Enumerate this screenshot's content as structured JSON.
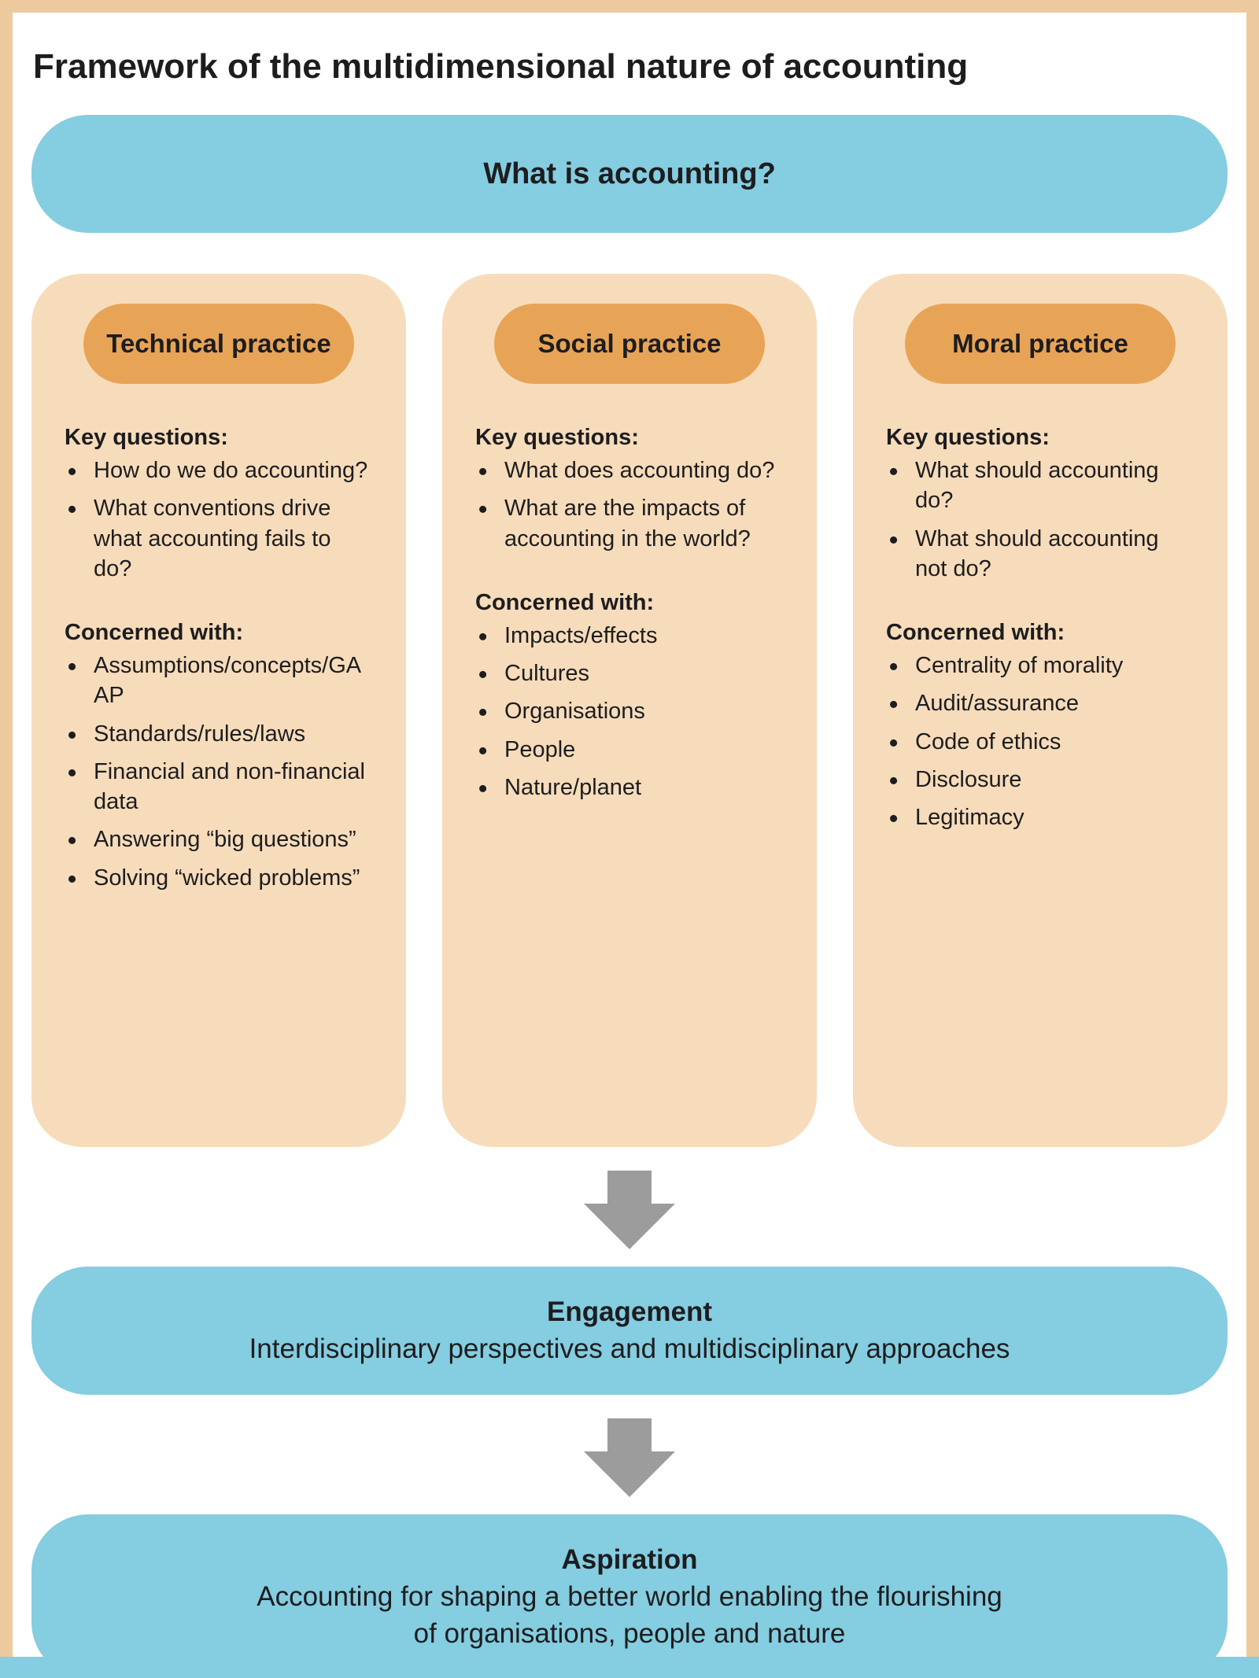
{
  "colors": {
    "banner_blue": "#85cde0",
    "column_peach": "#f7dcbb",
    "badge_orange": "#e8a456",
    "arrow_gray": "#9c9c9c",
    "frame_tan": "#edca9e",
    "text": "#1d1d1f"
  },
  "title": "Framework of the multidimensional nature of accounting",
  "top_banner": {
    "label": "What is accounting?"
  },
  "columns": [
    {
      "header": "Technical practice",
      "key_questions_label": "Key questions:",
      "key_questions": [
        "How do we do accounting?",
        "What conventions drive what accounting fails to do?"
      ],
      "concerned_label": "Concerned with:",
      "concerned": [
        "Assumptions/concepts/GAAP",
        "Standards/rules/laws",
        "Financial and non-financial data",
        "Answering “big questions”",
        "Solving “wicked problems”"
      ]
    },
    {
      "header": "Social practice",
      "key_questions_label": "Key questions:",
      "key_questions": [
        "What does accounting do?",
        "What are the impacts of accounting in the world?"
      ],
      "concerned_label": "Concerned with:",
      "concerned": [
        "Impacts/effects",
        "Cultures",
        "Organisations",
        "People",
        "Nature/planet"
      ]
    },
    {
      "header": "Moral practice",
      "key_questions_label": "Key questions:",
      "key_questions": [
        "What should accounting do?",
        "What should accounting not do?"
      ],
      "concerned_label": "Concerned with:",
      "concerned": [
        "Centrality of morality",
        "Audit/assurance",
        "Code of ethics",
        "Disclosure",
        "Legitimacy"
      ]
    }
  ],
  "engagement": {
    "title": "Engagement",
    "subtitle": "Interdisciplinary perspectives and multidisciplinary approaches"
  },
  "aspiration": {
    "title": "Aspiration",
    "subtitle": "Accounting for shaping a better world enabling the flourishing of organisations, people and nature"
  }
}
